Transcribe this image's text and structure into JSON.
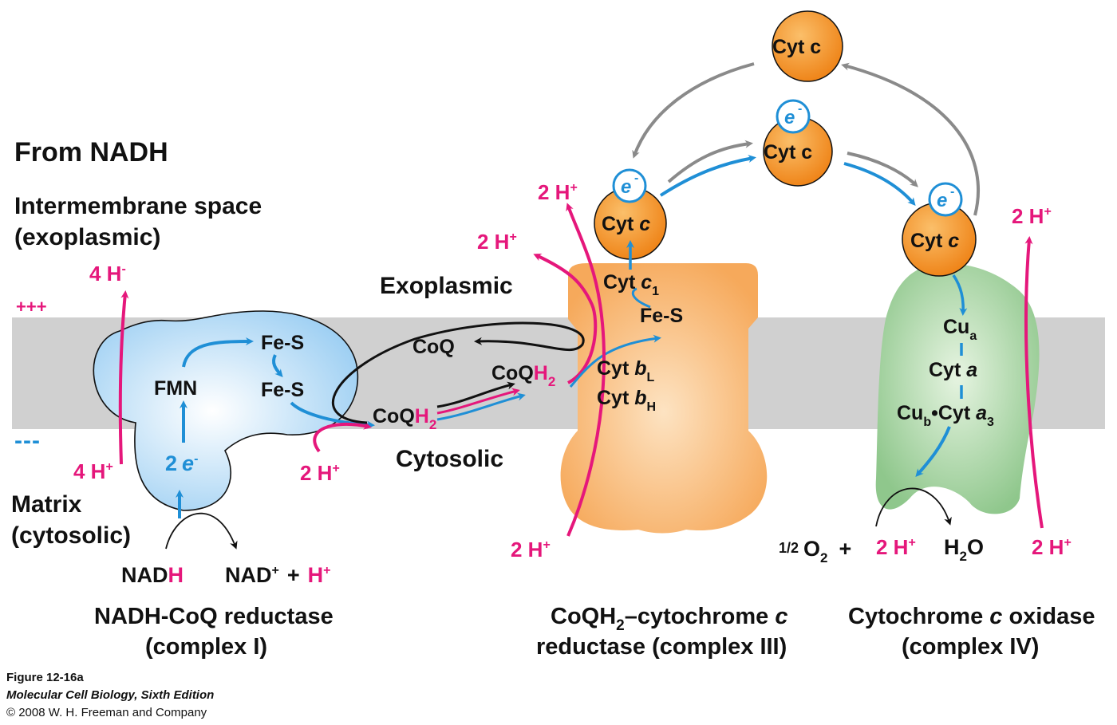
{
  "title": "From NADH",
  "regions": {
    "intermembrane_line1": "Intermembrane space",
    "intermembrane_line2": "(exoplasmic)",
    "matrix_line1": "Matrix",
    "matrix_line2": "(cytosolic)",
    "exoplasmic": "Exoplasmic",
    "cytosolic": "Cytosolic"
  },
  "charges": {
    "positive": "+++",
    "negative": "---"
  },
  "complex1": {
    "fmn": "FMN",
    "fes1": "Fe-S",
    "fes2": "Fe-S",
    "electrons_num": "2",
    "electrons_e": "e",
    "electrons_sup": "-",
    "nadh_prefix": "NAD",
    "nadh_h": "H",
    "nad_plus": "NAD",
    "plus_sup": "+",
    "plus_sign": "+",
    "h_plus": "H",
    "out_protons": "4 H",
    "out_protons_sup": "-",
    "in_protons": "4 H",
    "in_protons_sup": "+",
    "label_line1": "NADH-CoQ reductase",
    "label_line2": "(complex I)"
  },
  "quinone": {
    "coq": "CoQ",
    "coqh2_a_base": "CoQ",
    "coqh2_a_h": "H",
    "coqh2_a_sub": "2",
    "coqh2_b_base": "CoQ",
    "coqh2_b_h": "H",
    "coqh2_b_sub": "2",
    "uptake_protons": "2 H",
    "uptake_sup": "+"
  },
  "complex3": {
    "cytc1_base": "Cyt ",
    "cytc1_c": "c",
    "cytc1_sub": "1",
    "fes": "Fe-S",
    "cytbl_base": "Cyt ",
    "cytbl_b": "b",
    "cytbl_sub": "L",
    "cytbh_base": "Cyt ",
    "cytbh_b": "b",
    "cytbh_sub": "H",
    "protons_top1": "2 H",
    "protons_top2": "2 H",
    "protons_bottom": "2 H",
    "proton_sup": "+",
    "label_line1_a": "CoQH",
    "label_line1_sub": "2",
    "label_line1_b": "–cytochrome ",
    "label_line1_c": "c",
    "label_line2": "reductase (complex III)"
  },
  "cytc": {
    "top": "Cyt c",
    "middle": "Cyt c",
    "left_base": "Cyt ",
    "left_c": "c",
    "right_base": "Cyt ",
    "right_c": "c",
    "electron": "e",
    "electron_sup": "-"
  },
  "complex4": {
    "cua_base": "Cu",
    "cua_sub": "a",
    "cyta_base": "Cyt ",
    "cyta_a": "a",
    "cub_base": "Cu",
    "cub_sub": "b",
    "cub_mid": "•Cyt ",
    "cub_a": "a",
    "cub_a_sub": "3",
    "o2_frac": "1/2",
    "o2": "O",
    "o2_sub": "2",
    "plus": "+",
    "protons": "2 H",
    "proton_sup": "+",
    "water_h": "H",
    "water_sub": "2",
    "water_o": "O",
    "pump_protons_top": "2 H",
    "pump_protons_bottom": "2 H",
    "label_line1_a": "Cytochrome ",
    "label_line1_c": "c",
    "label_line1_b": " oxidase",
    "label_line2": "(complex IV)"
  },
  "caption": {
    "figure": "Figure 12-16a",
    "book": "Molecular Cell Biology, Sixth Edition",
    "copyright": "© 2008 W. H. Freeman and Company"
  },
  "colors": {
    "membrane": "#d0d0d0",
    "complex1": "#a9d6f5",
    "complex3": "#f7b26b",
    "complex4": "#9ccf9a",
    "cytc": "#f08a1c",
    "magenta": "#e5177b",
    "blue": "#1f8fd6",
    "gray_arrow": "#8a8a8a"
  }
}
